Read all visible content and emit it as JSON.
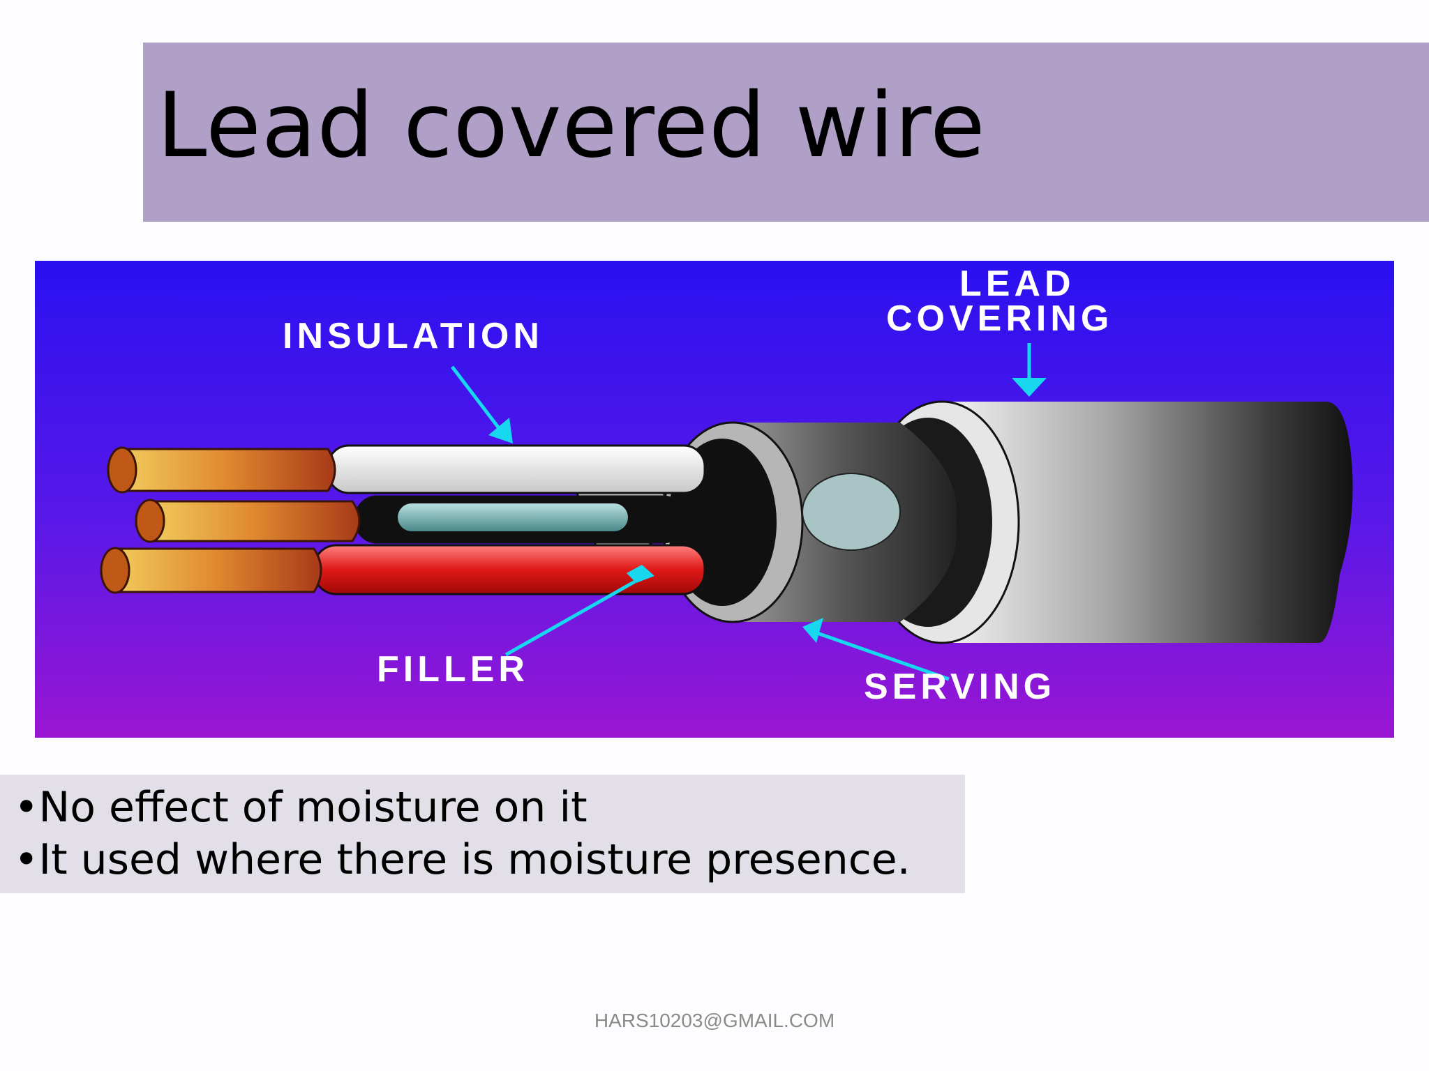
{
  "slide": {
    "title": "Lead covered wire",
    "diagram": {
      "labels": {
        "insulation": "INSULATION",
        "lead_covering_line1": "LEAD",
        "lead_covering_line2": "COVERING",
        "filler": "FILLER",
        "serving": "SERVING"
      },
      "colors": {
        "background_top": "#2a10f0",
        "background_bottom": "#9a16d2",
        "arrow": "#18d8f0",
        "conductor": "#e8a040",
        "insulation_red": "#e01818"
      }
    },
    "bullets": [
      "•No effect of moisture on it",
      "•It used where there is moisture presence."
    ],
    "footer": "HARS10203@GMAIL.COM"
  },
  "colors": {
    "title_bar": "#b0a0c7",
    "bullet_box": "#e2dfe9"
  }
}
